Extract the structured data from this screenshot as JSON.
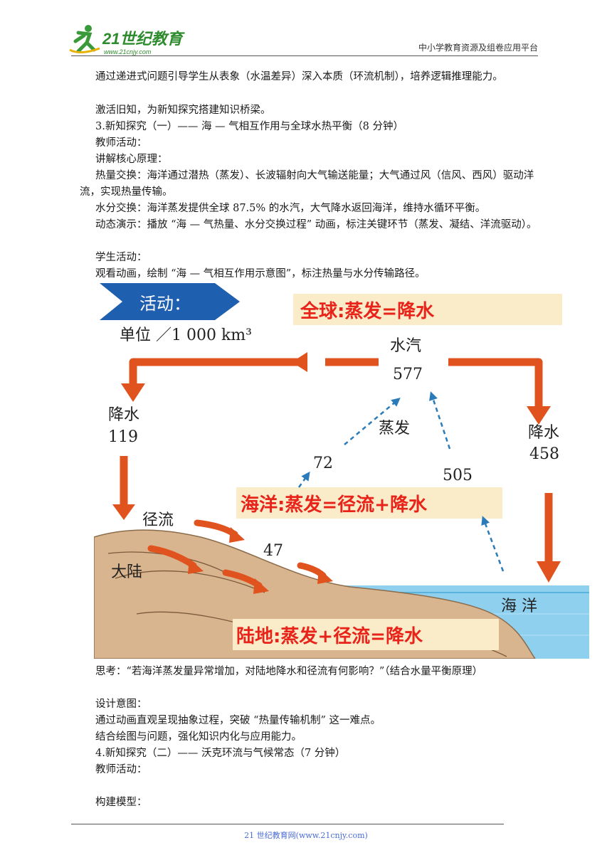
{
  "header": {
    "logo_text": "21世纪教育",
    "logo_url": "www.21cnjy.com",
    "right_text": "中小学教育资源及组卷应用平台"
  },
  "paragraphs": {
    "p1": "通过递进式问题引导学生从表象（水温差异）深入本质（环流机制），培养逻辑推理能力。",
    "p2": "激活旧知，为新知探究搭建知识桥梁。",
    "p3": "3.新知探究（一）—— 海 — 气相互作用与全球水热平衡（8 分钟）",
    "p4": "教师活动：",
    "p5": "讲解核心原理：",
    "p6": "热量交换：海洋通过潜热（蒸发）、长波辐射向大气输送能量；大气通过风（信风、西风）驱动洋流，实现热量传输。",
    "p7": "水分交换：海洋蒸发提供全球 87.5% 的水汽，大气降水返回海洋，维持水循环平衡。",
    "p8": "动态演示：播放 “海 — 气热量、水分交换过程” 动画，标注关键环节（蒸发、凝结、洋流驱动）。",
    "p9": "学生活动：",
    "p10": "观看动画，绘制 “海 — 气相互作用示意图”，标注热量与水分传输路径。",
    "p11": "思考：“若海洋蒸发量异常增加，对陆地降水和径流有何影响？”（结合水量平衡原理）",
    "p12": "设计意图：",
    "p13": "通过动画直观呈现抽象过程，突破 “热量传输机制” 这一难点。",
    "p14": "结合绘图与问题，强化知识内化与应用能力。",
    "p15": "4.新知探究（二）—— 沃克环流与气候常态（7 分钟）",
    "p16": "教师活动：",
    "p17": "构建模型："
  },
  "figure": {
    "activity_label": "活动：",
    "unit": "单位 ／1 000 km³",
    "global_eq": "全球:蒸发=降水",
    "ocean_eq": "海洋:蒸发=径流+降水",
    "land_eq": "陆地:蒸发+径流=降水",
    "vapor_label": "水汽",
    "vapor_value": "577",
    "precip_land_label": "降水",
    "precip_land_value": "119",
    "precip_ocean_label": "降水",
    "precip_ocean_value": "458",
    "evap_label": "蒸发",
    "evap_land_value": "72",
    "evap_ocean_value": "505",
    "runoff_label": "径流",
    "runoff_value": "47",
    "land_label": "大陆",
    "ocean_label": "海 洋"
  },
  "footer": {
    "text": "21 世纪教育网(www.21cnjy.com)"
  }
}
